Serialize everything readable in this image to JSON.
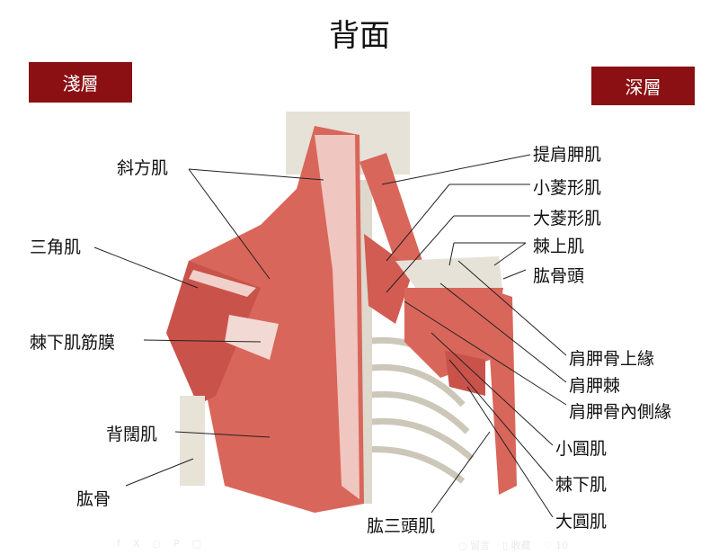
{
  "title": "背面",
  "tags": {
    "superficial": "淺層",
    "deep": "深層"
  },
  "labels_left": [
    "斜方肌",
    "三角肌",
    "棘下肌筋膜",
    "背闊肌",
    "肱骨"
  ],
  "labels_right": [
    "提肩胛肌",
    "小菱形肌",
    "大菱形肌",
    "棘上肌",
    "肱骨頭",
    "肩胛骨上緣",
    "肩胛棘",
    "肩胛骨內側緣",
    "小圓肌",
    "棘下肌",
    "大圓肌"
  ],
  "label_bottom": "肱三頭肌",
  "share": {
    "comment": "留言",
    "bookmark": "收藏",
    "likes": "10"
  },
  "colors": {
    "tag": "#8b1014",
    "muscle": "#d9665a",
    "bone": "#e4e0d4"
  }
}
